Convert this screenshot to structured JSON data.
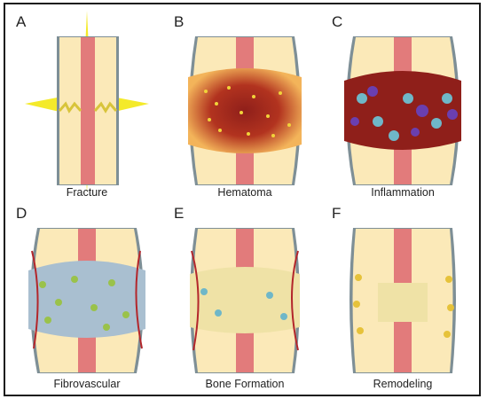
{
  "panels": [
    {
      "letter": "A",
      "caption": "Fracture"
    },
    {
      "letter": "B",
      "caption": "Hematoma"
    },
    {
      "letter": "C",
      "caption": "Inflammation"
    },
    {
      "letter": "D",
      "caption": "Fibrovascular"
    },
    {
      "letter": "E",
      "caption": "Bone Formation"
    },
    {
      "letter": "F",
      "caption": "Remodeling"
    }
  ],
  "colors": {
    "cortex": "#fbe9b8",
    "marrow": "#e27b7b",
    "periosteum": "#7e8f96",
    "hematoma": "#8f1f1a",
    "flash": "#f4ea2a",
    "granulation": "#a9bfd0",
    "green_cells": "#9ac24a",
    "callus": "#efe2a6",
    "vessel": "#b3262b",
    "yellow_cells": "#e6c23a",
    "inflammatory_cell": "#6fb7c8",
    "purple_cell": "#6a3fb0"
  }
}
